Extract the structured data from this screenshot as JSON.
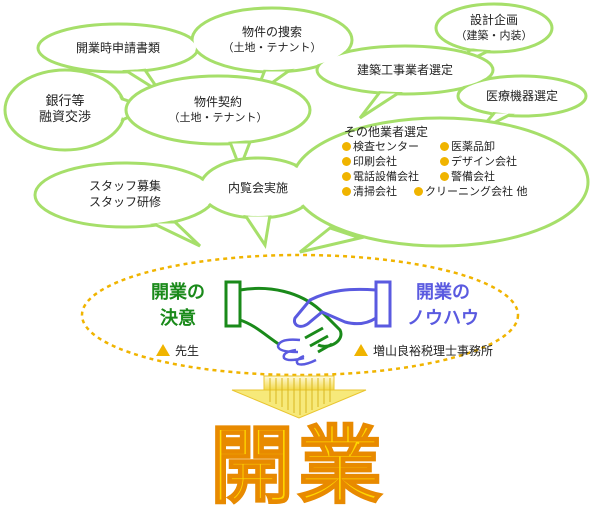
{
  "bubbles": {
    "kaigyo_docs": "開業時申請書類",
    "property_search": {
      "line1": "物件の捜索",
      "line2": "（土地・テナント）"
    },
    "design_plan": {
      "line1": "設計企画",
      "line2": "（建築・内装）"
    },
    "bank": {
      "line1": "銀行等",
      "line2": "融資交渉"
    },
    "property_contract": {
      "line1": "物件契約",
      "line2": "（土地・テナント）"
    },
    "construction": "建築工事業者選定",
    "medical_equipment": "医療機器選定",
    "other_vendors": {
      "title": "その他業者選定",
      "items": [
        [
          "検査センター",
          "医薬品卸"
        ],
        [
          "印刷会社",
          "デザイン会社"
        ],
        [
          "電話設備会社",
          "警備会社"
        ],
        [
          "清掃会社",
          "クリーニング会社 他"
        ]
      ]
    },
    "staff": {
      "line1": "スタッフ募集",
      "line2": "スタッフ研修"
    },
    "preview": "内覧会実施"
  },
  "partnership": {
    "left": {
      "line1": "開業の",
      "line2": "決意",
      "note": "先生",
      "color": "#1a8a1a"
    },
    "right": {
      "line1": "開業の",
      "line2": "ノウハウ",
      "note": "増山良裕税理士事務所",
      "color": "#5a5ae0"
    }
  },
  "result": "開業",
  "colors": {
    "bubble_border": "#a6df6a",
    "accent": "#f0b400",
    "arrow": "#f7e97a"
  }
}
